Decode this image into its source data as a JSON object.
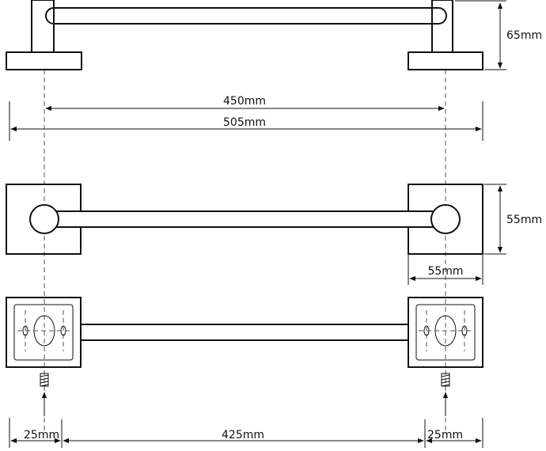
{
  "dimensions": {
    "height_top": "65mm",
    "center_distance": "450mm",
    "overall_length": "505mm",
    "plate_height": "55mm",
    "plate_width": "55mm",
    "mount_offset_left": "25mm",
    "mount_spacing": "425mm",
    "mount_offset_right": "25mm"
  },
  "colors": {
    "line": "#111111",
    "dash": "#555555"
  }
}
